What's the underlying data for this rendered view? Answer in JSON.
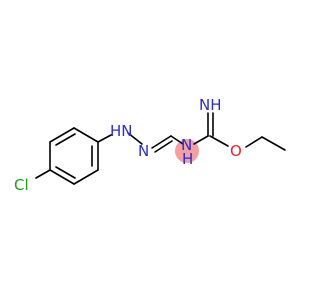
{
  "molecule": {
    "atoms": {
      "cl": {
        "text": "Cl",
        "color": "#1aa31a"
      },
      "nh1": {
        "text": "HN",
        "color": "#2b2bd6"
      },
      "n2": {
        "text": "N",
        "color": "#2b2bd6"
      },
      "nh3": {
        "text": "N",
        "sub": "H",
        "color": "#2b2bd6"
      },
      "imine": {
        "text": "NH",
        "color": "#2b2bd6"
      },
      "o": {
        "text": "O",
        "color": "#e82020"
      }
    },
    "highlight": {
      "color": "#f4a0a0"
    }
  }
}
